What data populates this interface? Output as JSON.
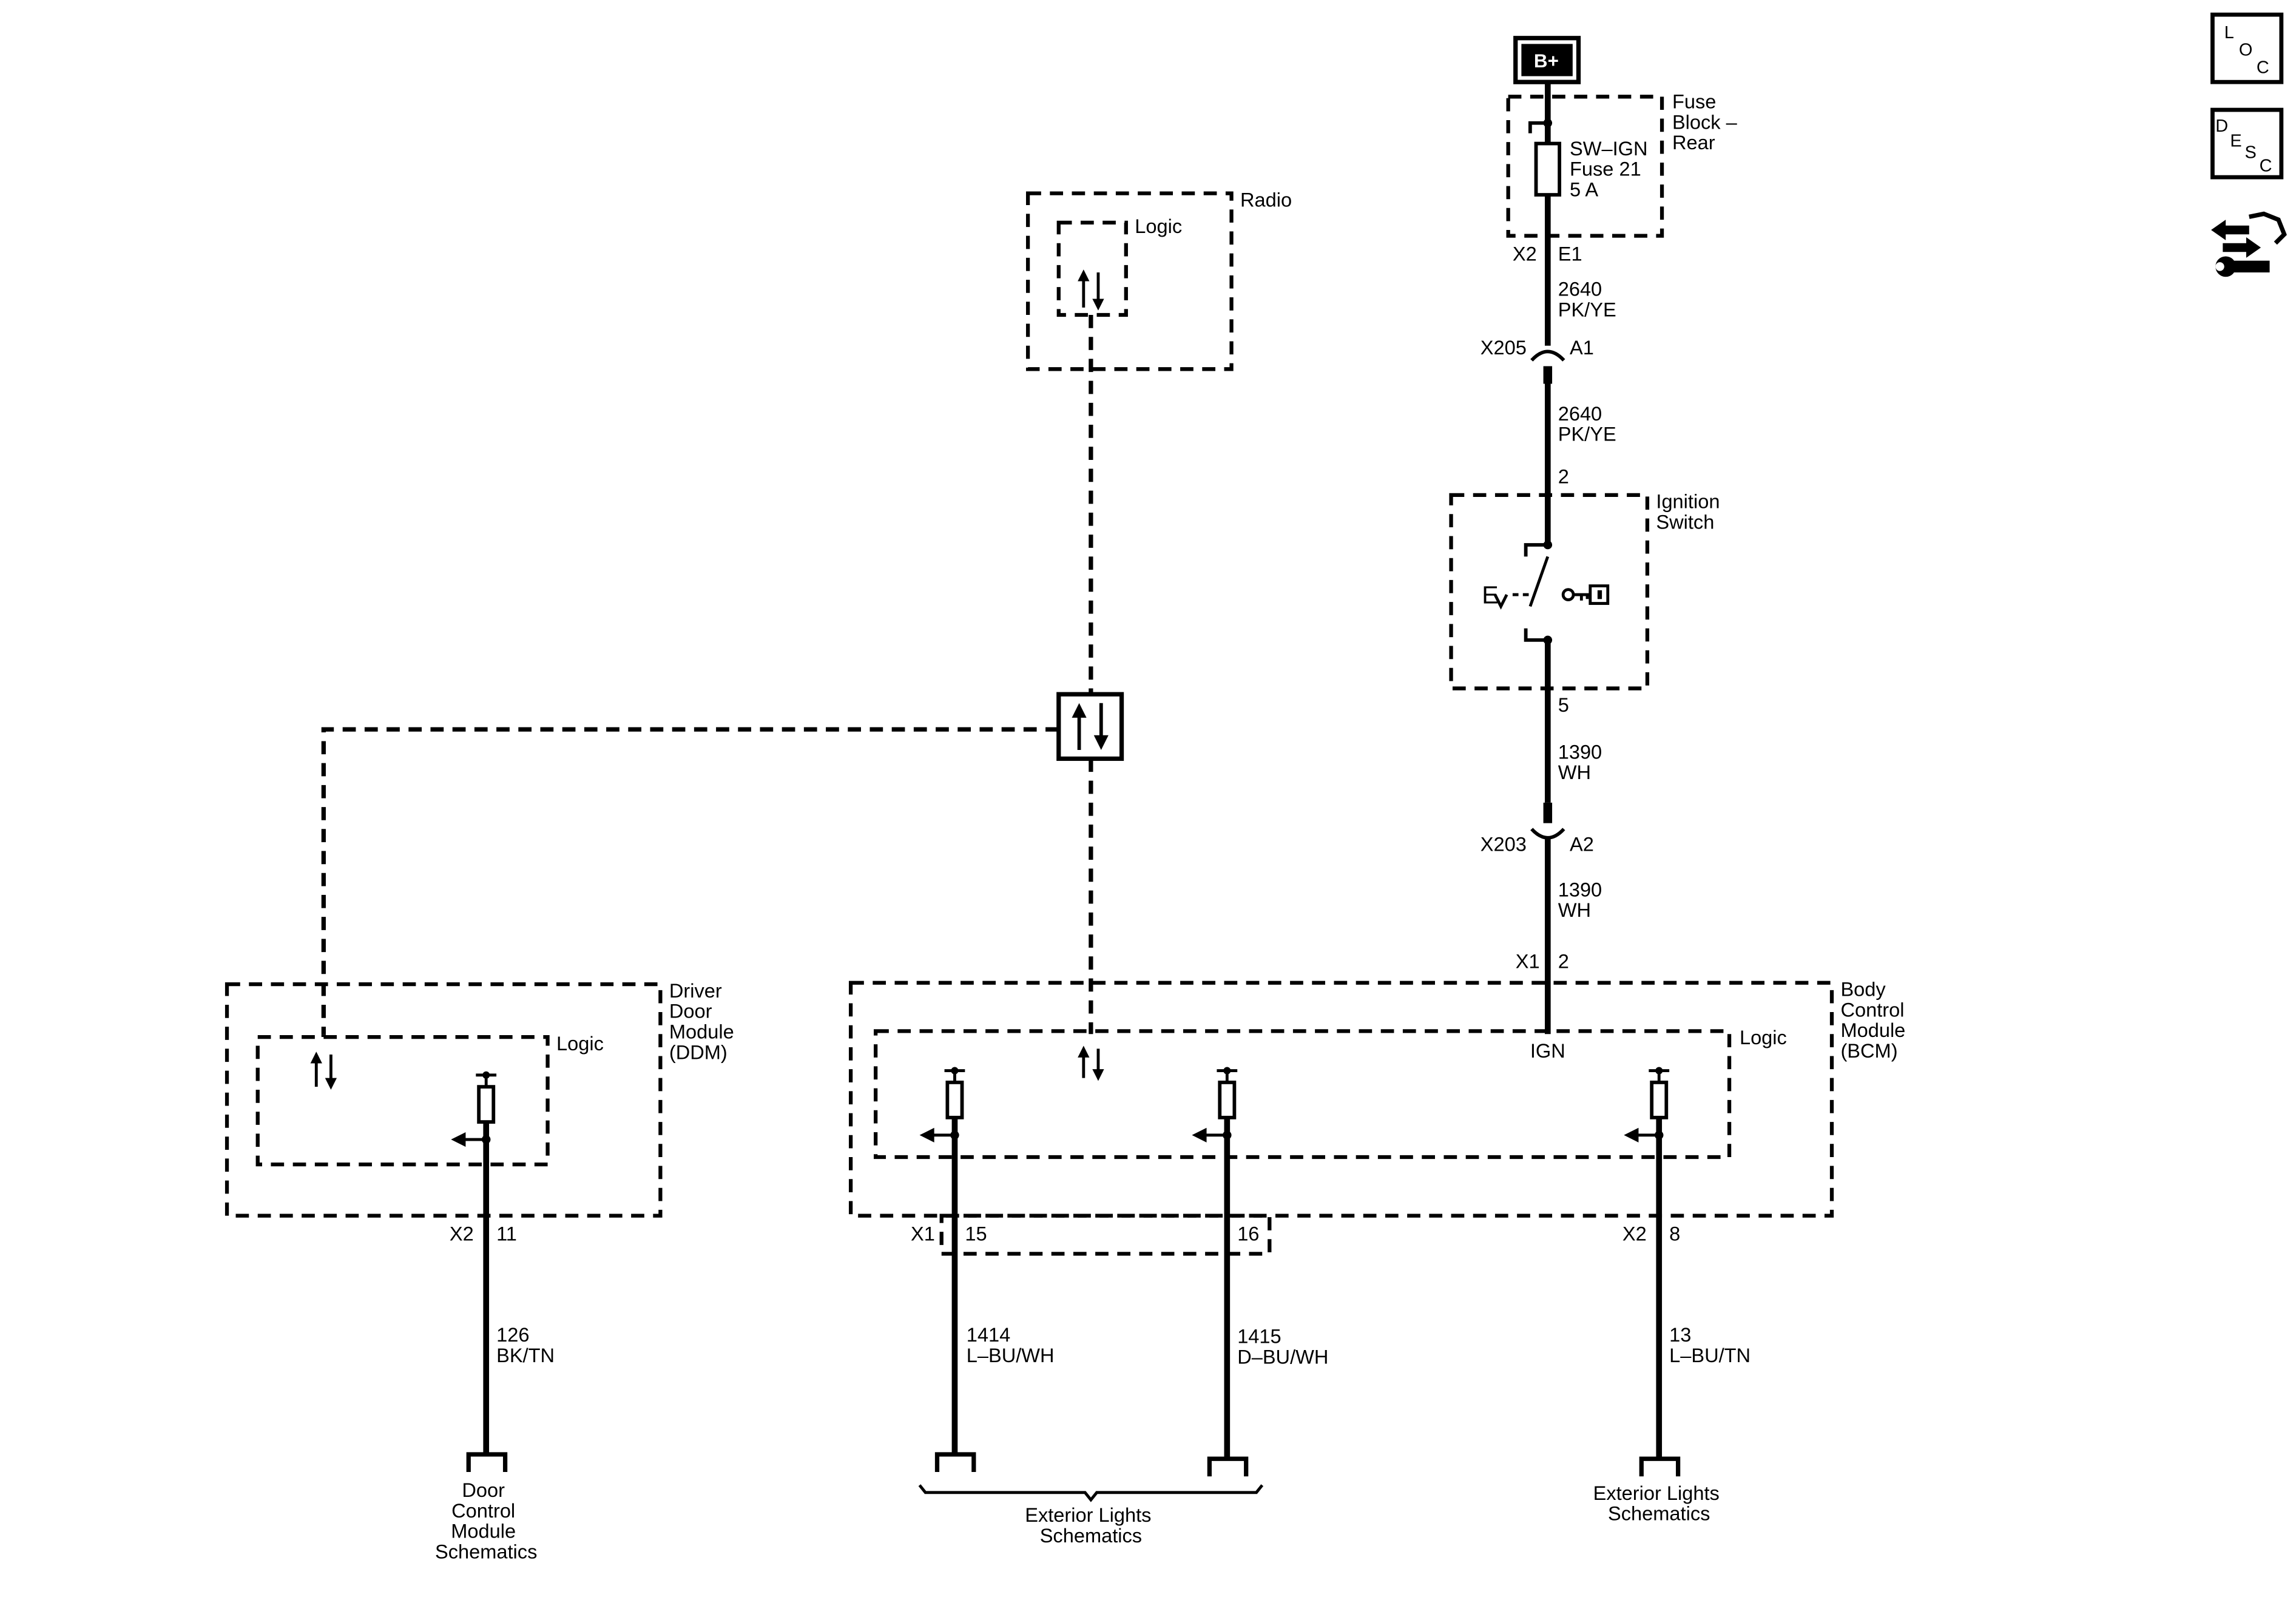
{
  "power": {
    "label": "B+"
  },
  "fuse_block": {
    "name_l1": "Fuse",
    "name_l2": "Block –",
    "name_l3": "Rear",
    "fuse_l1": "SW–IGN",
    "fuse_l2": "Fuse 21",
    "fuse_l3": "5 A",
    "conn": "X2",
    "pin": "E1"
  },
  "wires": {
    "fuse_to_x205": {
      "circuit": "2640",
      "color": "PK/YE"
    },
    "x205_to_ign": {
      "circuit": "2640",
      "color": "PK/YE"
    },
    "ign_to_x203": {
      "circuit": "1390",
      "color": "WH"
    },
    "x203_to_bcm": {
      "circuit": "1390",
      "color": "WH"
    },
    "ddm_out": {
      "circuit": "126",
      "color": "BK/TN"
    },
    "bcm_out_15": {
      "circuit": "1414",
      "color": "L–BU/WH"
    },
    "bcm_out_16": {
      "circuit": "1415",
      "color": "D–BU/WH"
    },
    "bcm_out_8": {
      "circuit": "13",
      "color": "L–BU/TN"
    }
  },
  "inline_connectors": {
    "x205": {
      "name": "X205",
      "pin": "A1"
    },
    "x203": {
      "name": "X203",
      "pin": "A2"
    }
  },
  "ignition_switch": {
    "name_l1": "Ignition",
    "name_l2": "Switch",
    "pin_in": "2",
    "pin_out": "5"
  },
  "radio": {
    "name": "Radio",
    "logic": "Logic"
  },
  "ddm": {
    "name_l1": "Driver",
    "name_l2": "Door",
    "name_l3": "Module",
    "name_l4": "(DDM)",
    "logic": "Logic",
    "conn": "X2",
    "pin": "11"
  },
  "bcm": {
    "name_l1": "Body",
    "name_l2": "Control",
    "name_l3": "Module",
    "name_l4": "(BCM)",
    "logic": "Logic",
    "ign": "IGN",
    "in_conn": "X1",
    "in_pin": "2",
    "x1_conn": "X1",
    "pin_15": "15",
    "pin_16": "16",
    "x2_conn": "X2",
    "pin_8": "8"
  },
  "destinations": {
    "door_l1": "Door",
    "door_l2": "Control",
    "door_l3": "Module",
    "door_l4": "Schematics",
    "ext_a_l1": "Exterior Lights",
    "ext_a_l2": "Schematics",
    "ext_b_l1": "Exterior Lights",
    "ext_b_l2": "Schematics"
  },
  "side_icons": {
    "loc": {
      "l1": "L",
      "l2": "O",
      "l3": "C"
    },
    "desc": {
      "l1": "D",
      "l2": "E",
      "l3": "S",
      "l4": "C"
    },
    "nav_icon": "navigation-arrows-wrench-icon"
  }
}
